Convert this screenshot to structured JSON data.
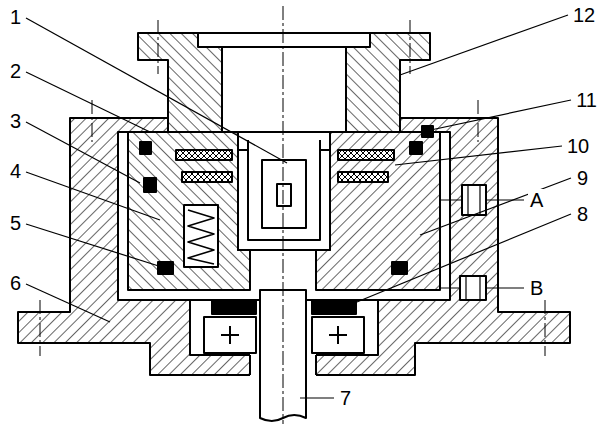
{
  "diagram": {
    "labels": [
      "1",
      "2",
      "3",
      "4",
      "5",
      "6",
      "7",
      "8",
      "9",
      "10",
      "11",
      "12",
      "A",
      "B"
    ]
  }
}
